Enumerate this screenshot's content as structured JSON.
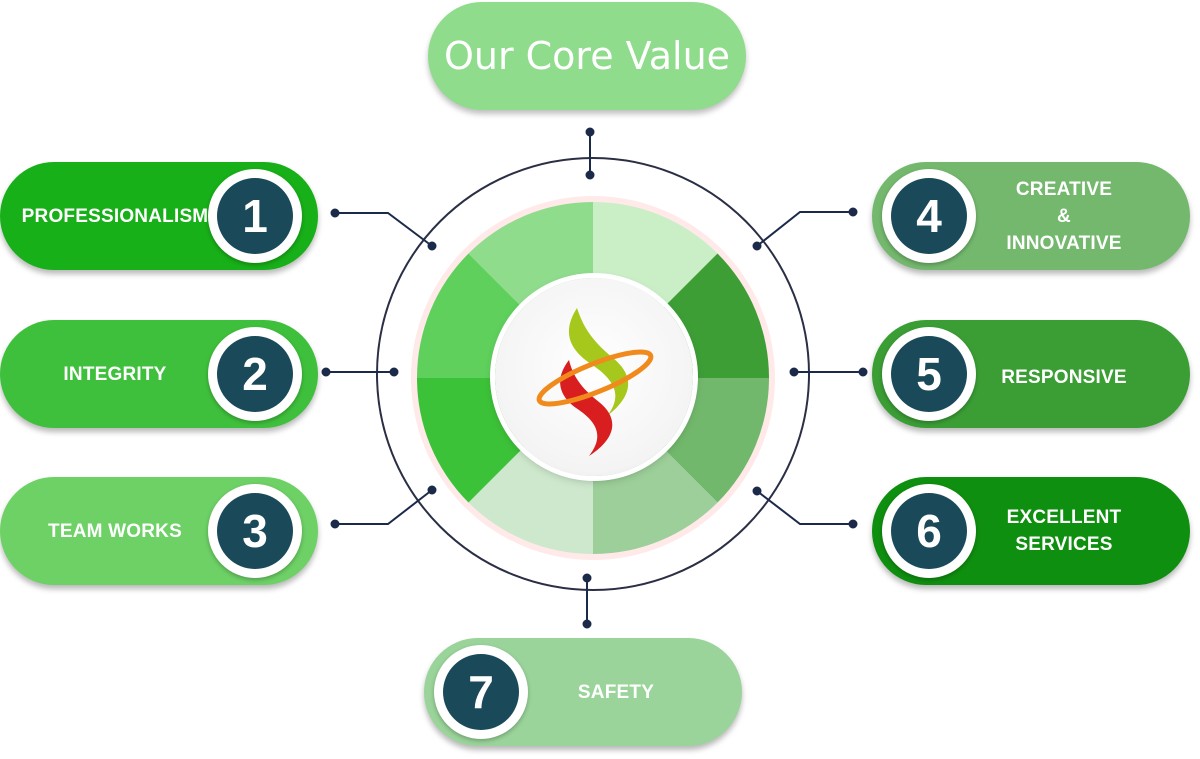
{
  "title": "Our Core Value",
  "values": [
    {
      "number": "1",
      "lines": [
        "PROFESSIONALISM"
      ],
      "color": "#18b018"
    },
    {
      "number": "2",
      "lines": [
        "INTEGRITY"
      ],
      "color": "#3fc03c"
    },
    {
      "number": "3",
      "lines": [
        "TEAM WORKS"
      ],
      "color": "#6dd166"
    },
    {
      "number": "4",
      "lines": [
        "CREATIVE",
        "&",
        "INNOVATIVE"
      ],
      "color": "#74b86e"
    },
    {
      "number": "5",
      "lines": [
        "RESPONSIVE"
      ],
      "color": "#3b9e35"
    },
    {
      "number": "6",
      "lines": [
        "EXCELLENT",
        "SERVICES"
      ],
      "color": "#0f8f0f"
    },
    {
      "number": "7",
      "lines": [
        "SAFETY"
      ],
      "color": "#9ad49a"
    }
  ],
  "colors": {
    "badge_fill": "#1a4a59",
    "connector": "#1c2a4a",
    "ring_segments": [
      "#caeec6",
      "#3d9e36",
      "#72b86c",
      "#9ccf99",
      "#cde8cc",
      "#3cc238",
      "#5fd05c",
      "#8fdc8c"
    ]
  },
  "logo": {
    "icon": "flame-swoosh-logo-icon",
    "colors": [
      "#a6c81c",
      "#d81e1e",
      "#f08a1c"
    ]
  }
}
